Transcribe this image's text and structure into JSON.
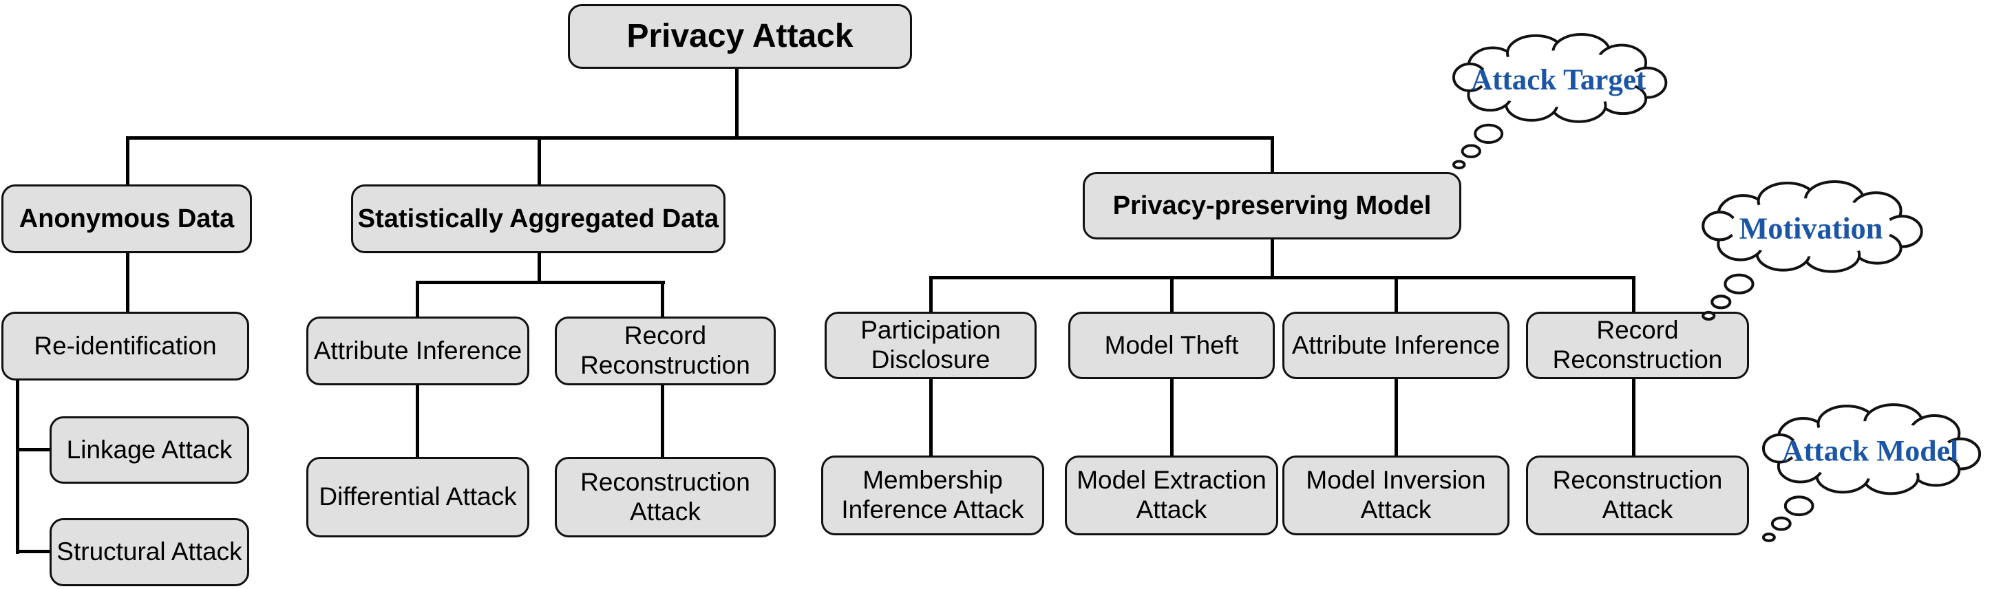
{
  "diagram": {
    "title_node": {
      "label": "Privacy Attack"
    },
    "branches": [
      {
        "target": {
          "label": "Anonymous Data"
        },
        "motivations": [
          {
            "label": "Re-identification",
            "attacks": [
              {
                "label": "Linkage Attack"
              },
              {
                "label": "Structural Attack"
              }
            ]
          }
        ]
      },
      {
        "target": {
          "label": "Statistically Aggregated Data"
        },
        "motivations": [
          {
            "label": "Attribute Inference",
            "attacks": [
              {
                "label": "Differential Attack"
              }
            ]
          },
          {
            "label": "Record Reconstruction",
            "attacks": [
              {
                "label": "Reconstruction Attack"
              }
            ]
          }
        ]
      },
      {
        "target": {
          "label": "Privacy-preserving Model"
        },
        "motivations": [
          {
            "label": "Participation Disclosure",
            "attacks": [
              {
                "label": "Membership Inference Attack"
              }
            ]
          },
          {
            "label": "Model Theft",
            "attacks": [
              {
                "label": "Model Extraction Attack"
              }
            ]
          },
          {
            "label": "Attribute Inference",
            "attacks": [
              {
                "label": "Model Inversion Attack"
              }
            ]
          },
          {
            "label": "Record Reconstruction",
            "attacks": [
              {
                "label": "Reconstruction Attack"
              }
            ]
          }
        ]
      }
    ],
    "annotations": [
      {
        "label": "Attack Target"
      },
      {
        "label": "Motivation"
      },
      {
        "label": "Attack Model"
      }
    ],
    "colors": {
      "node_fill": "#e0e0e0",
      "node_border": "#111111",
      "connector": "#000000",
      "annotation_text": "#1b55a5",
      "background": "#ffffff"
    }
  }
}
